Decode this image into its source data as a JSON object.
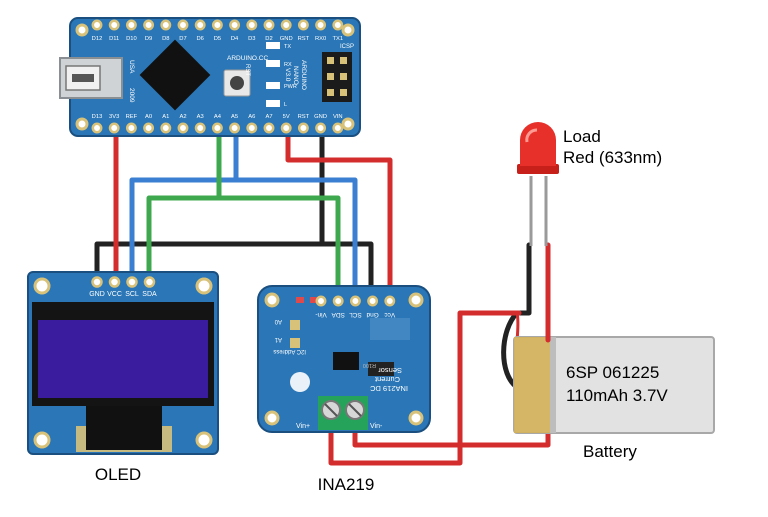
{
  "colors": {
    "pcb_blue": "#2a76b6",
    "pcb_dark": "#1f5d92",
    "wire_red": "#d42d2d",
    "wire_black": "#222222",
    "wire_blue": "#3a7fd1",
    "wire_green": "#3ea84e",
    "oled_screen": "#3a1d9e",
    "led_red": "#e8302a",
    "battery_body": "#e2e2e2",
    "battery_gold": "#d4b15a"
  },
  "arduino": {
    "board_label": "ARDUINO.CC",
    "model_lines": [
      "ARDUINO",
      "NANO",
      "V3.0"
    ],
    "top_pins": [
      "D12",
      "D11",
      "D10",
      "D9",
      "D8",
      "D7",
      "D6",
      "D5",
      "D4",
      "D3",
      "D2",
      "GND",
      "RST",
      "RX0",
      "TX1"
    ],
    "bottom_pins": [
      "D13",
      "3V3",
      "REF",
      "A0",
      "A1",
      "A2",
      "A3",
      "A4",
      "A5",
      "A6",
      "A7",
      "5V",
      "RST",
      "GND",
      "VIN"
    ],
    "side_labels": [
      "USA",
      "2009"
    ],
    "led_labels": [
      "TX",
      "RX",
      "PWR",
      "L"
    ],
    "rst_label": "RST",
    "icsp_label": "ICSP"
  },
  "oled": {
    "pins": [
      "GND",
      "VCC",
      "SCL",
      "SDA"
    ],
    "caption": "OLED"
  },
  "ina219": {
    "top_pins": [
      "Vin-",
      "SDA",
      "SCL",
      "Gnd",
      "Vcc"
    ],
    "board_lines": [
      "INA219 DC",
      "Current",
      "Sensor"
    ],
    "addr_labels": [
      "A0",
      "A1",
      "I2C Address"
    ],
    "resistor": "R100",
    "terminal_labels": [
      "Vin+",
      "Vin-"
    ],
    "caption": "INA219"
  },
  "led": {
    "label_line1": "Load",
    "label_line2": "Red (633nm)"
  },
  "battery": {
    "line1": "6SP 061225",
    "line2": "110mAh 3.7V",
    "caption": "Battery"
  }
}
